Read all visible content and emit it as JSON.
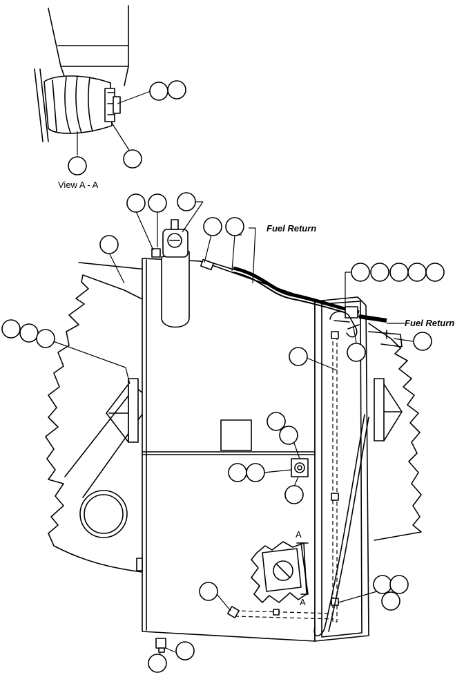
{
  "labels": {
    "view_caption": "View A - A",
    "fuel_return_top": "Fuel Return",
    "fuel_return_right": "Fuel Return",
    "section_mark_top": "A",
    "section_mark_bottom": "A"
  }
}
